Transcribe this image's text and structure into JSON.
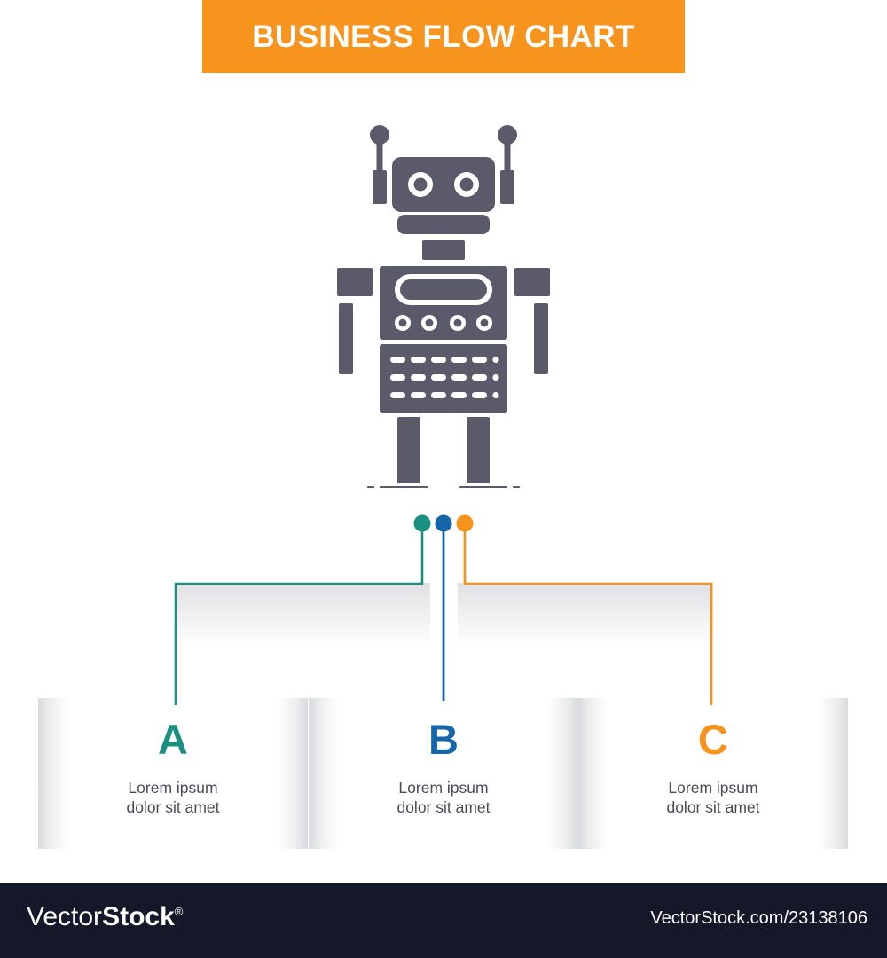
{
  "header": {
    "title": "BUSINESS FLOW CHART",
    "background_color": "#f7941e",
    "text_color": "#ffffff"
  },
  "icon": {
    "name": "robot-icon",
    "color": "#5b5a6b"
  },
  "nodes": [
    {
      "id": "a",
      "dot_color": "#1b9080",
      "line_color": "#1b9080"
    },
    {
      "id": "b",
      "dot_color": "#1665a9",
      "line_color": "#1665a9"
    },
    {
      "id": "c",
      "dot_color": "#f7931a",
      "line_color": "#f7931a"
    }
  ],
  "cards": [
    {
      "letter": "A",
      "letter_color": "#1b9080",
      "line1": "Lorem ipsum",
      "line2": "dolor sit amet"
    },
    {
      "letter": "B",
      "letter_color": "#1665a9",
      "line1": "Lorem ipsum",
      "line2": "dolor sit amet"
    },
    {
      "letter": "C",
      "letter_color": "#f7931a",
      "line1": "Lorem ipsum",
      "line2": "dolor sit amet"
    }
  ],
  "footer": {
    "logo_light": "Vector",
    "logo_bold": "Stock",
    "logo_registered": "®",
    "url": "VectorStock.com/23138106",
    "background_color": "#151829"
  }
}
